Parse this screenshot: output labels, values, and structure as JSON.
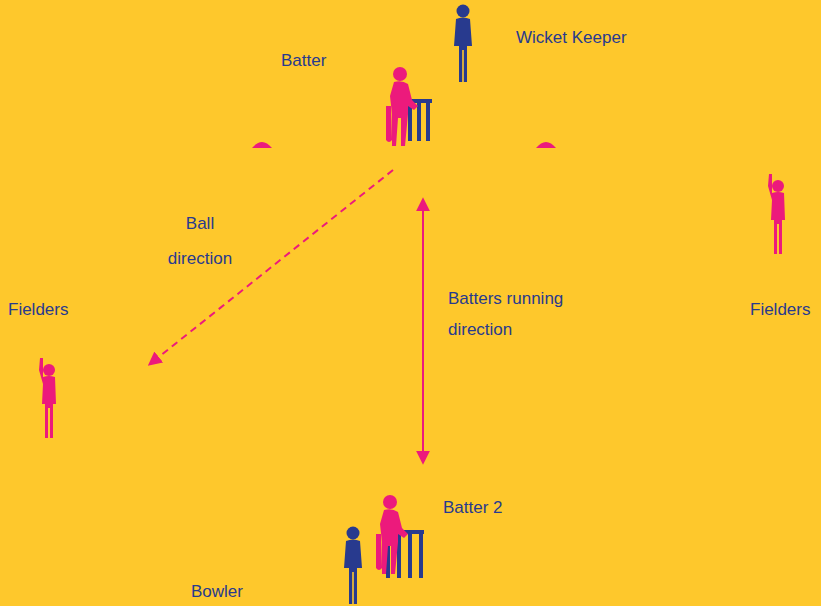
{
  "diagram": {
    "labels": [
      "Wicket Keeper",
      "Batter",
      "Ball direction",
      "Batters running direction",
      "Fielders",
      "Fielders",
      "Batter 2",
      "Bowler"
    ]
  }
}
